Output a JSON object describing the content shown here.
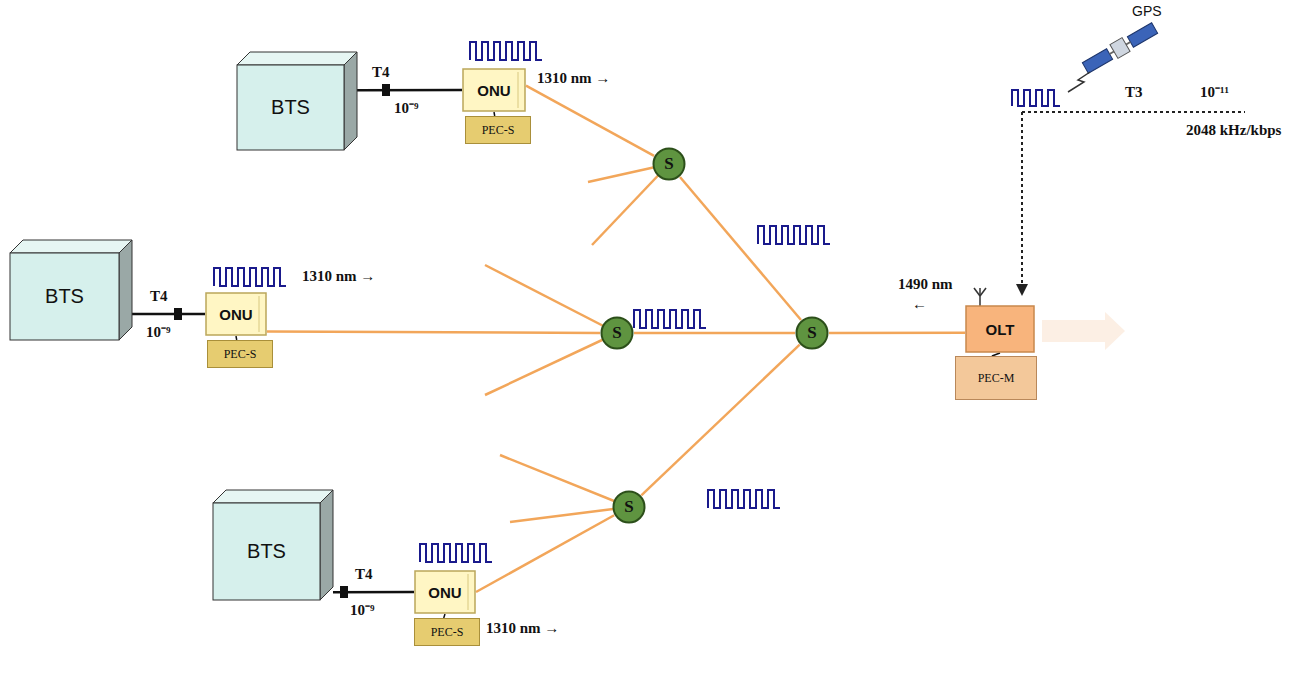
{
  "diagram": {
    "nodes": [
      {
        "text": [
          "BTS"
        ]
      },
      {
        "text": [
          "ONU"
        ]
      },
      {
        "text": [
          "PEC-S"
        ]
      },
      {
        "text": [
          "S"
        ]
      },
      {
        "text": [
          "BTS"
        ]
      },
      {
        "text": [
          "ONU"
        ]
      },
      {
        "text": [
          "PEC-S"
        ]
      },
      {
        "text": [
          "S"
        ]
      },
      {
        "text": [
          "S"
        ]
      },
      {
        "text": [
          "OLT"
        ]
      },
      {
        "text": [
          "PEC-M"
        ]
      },
      {
        "text": [
          "BTS"
        ]
      },
      {
        "text": [
          "ONU"
        ]
      },
      {
        "text": [
          "PEC-S"
        ]
      },
      {
        "text": [
          "S"
        ]
      }
    ],
    "edges": [
      {
        "from": 0,
        "to": 1,
        "arrow": "none"
      },
      {
        "from": 1,
        "to": 2,
        "arrow": "none"
      },
      {
        "from": 1,
        "to": 3,
        "arrow": "none"
      },
      {
        "from": 3,
        "to": 8,
        "arrow": "none"
      },
      {
        "from": 4,
        "to": 5,
        "arrow": "none"
      },
      {
        "from": 5,
        "to": 6,
        "arrow": "none"
      },
      {
        "from": 5,
        "to": 7,
        "arrow": "none"
      },
      {
        "from": 7,
        "to": 8,
        "arrow": "none"
      },
      {
        "from": 11,
        "to": 12,
        "arrow": "none"
      },
      {
        "from": 12,
        "to": 13,
        "arrow": "none"
      },
      {
        "from": 12,
        "to": 14,
        "arrow": "none"
      },
      {
        "from": 14,
        "to": 8,
        "arrow": "none"
      },
      {
        "from": 8,
        "to": 9,
        "arrow": "none"
      },
      {
        "from": 9,
        "to": 10,
        "arrow": "none"
      }
    ],
    "labels": [
      "T4",
      "10⁻⁹",
      "1310 nm →",
      "T4",
      "10⁻⁹",
      "1310 nm →",
      "T4",
      "10⁻⁹",
      "1310 nm →",
      "1490 nm",
      "←",
      "T3",
      "10⁻¹¹",
      "2048 kHz/kbps",
      "GPS"
    ]
  }
}
